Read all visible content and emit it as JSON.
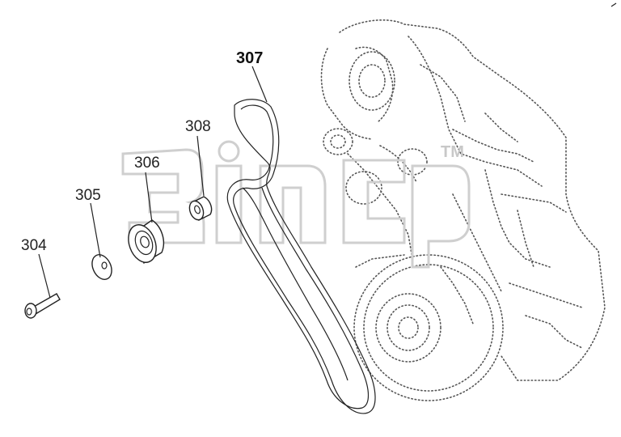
{
  "parts": [
    {
      "id": "p304",
      "number": "304",
      "name": "bolt"
    },
    {
      "id": "p305",
      "number": "305",
      "name": "washer"
    },
    {
      "id": "p306",
      "number": "306",
      "name": "idler-pulley"
    },
    {
      "id": "p307",
      "number": "307",
      "name": "drive-belt"
    },
    {
      "id": "p308",
      "number": "308",
      "name": "tensioner-roller"
    }
  ],
  "watermark": {
    "mark": "TM"
  }
}
